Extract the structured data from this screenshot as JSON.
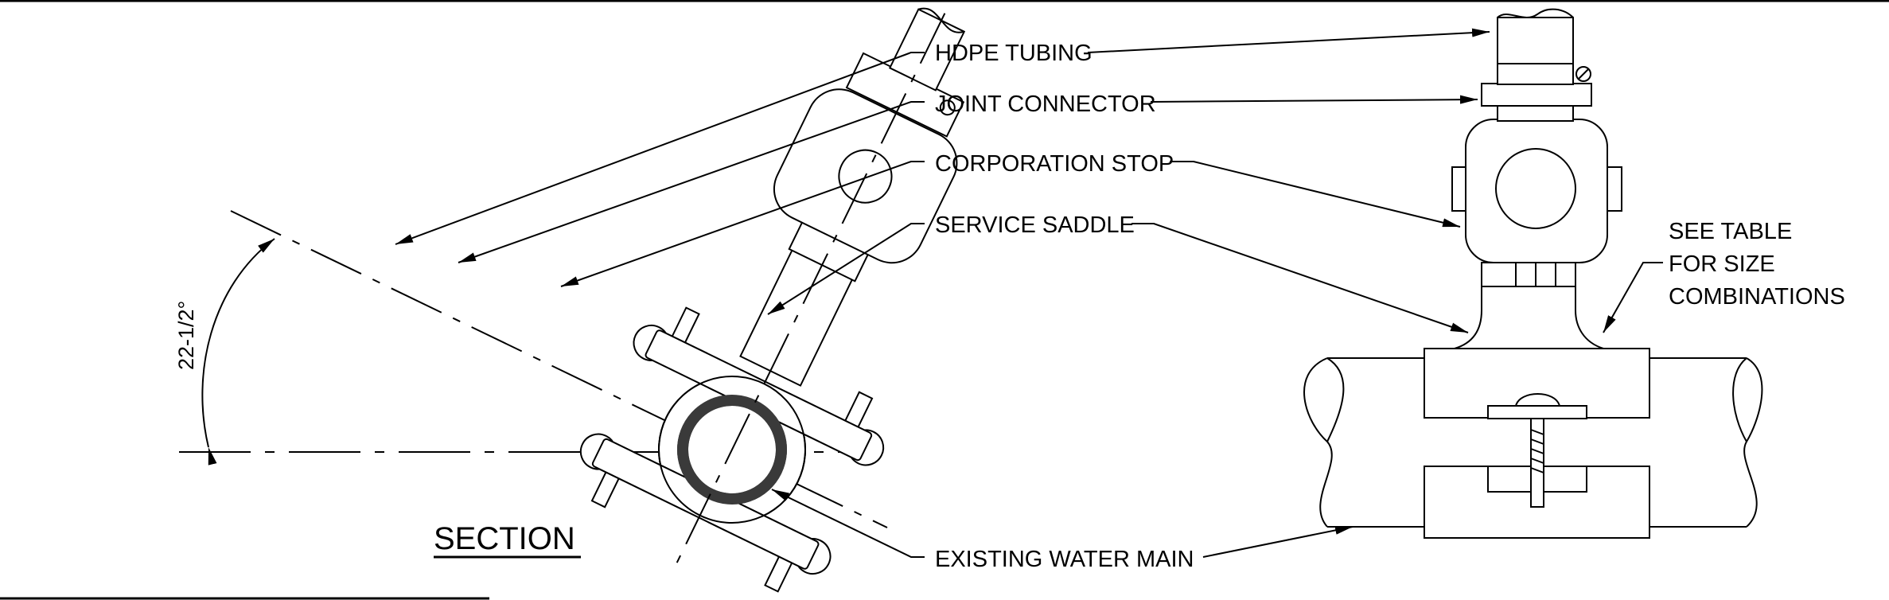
{
  "labels": {
    "hdpe_tubing": "HDPE TUBING",
    "joint_connector": "JOINT CONNECTOR",
    "corporation_stop": "CORPORATION STOP",
    "service_saddle": "SERVICE SADDLE",
    "existing_water_main": "EXISTING WATER MAIN",
    "see_table_line1": "SEE TABLE",
    "see_table_line2": "FOR SIZE",
    "see_table_line3": "COMBINATIONS"
  },
  "section_title": "SECTION",
  "angle_dimension": "22-1/2°"
}
